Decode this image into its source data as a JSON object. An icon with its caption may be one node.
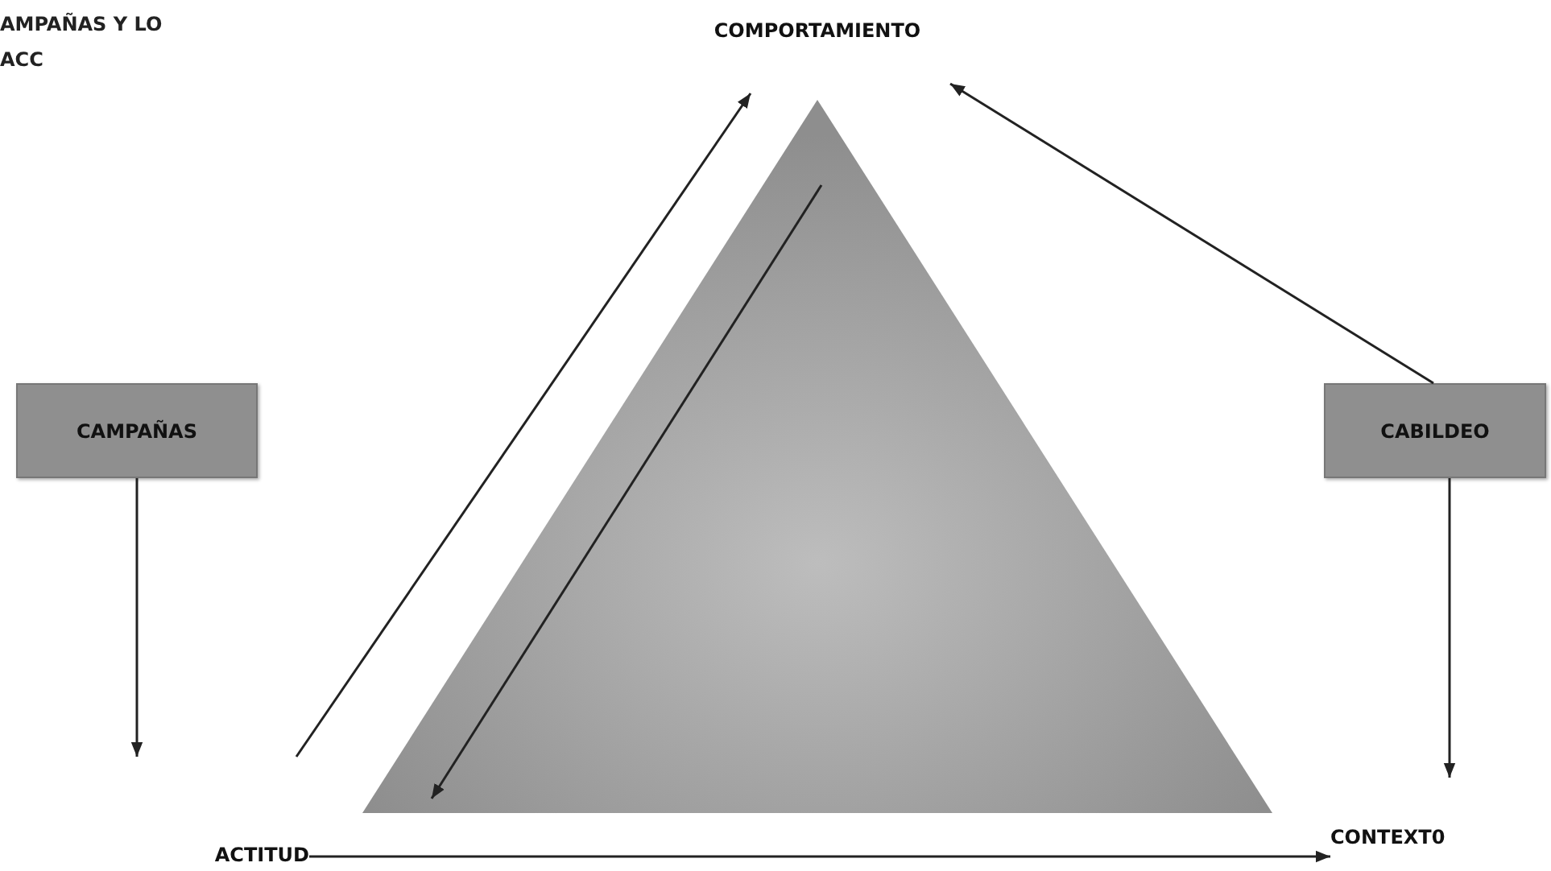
{
  "diagram": {
    "nodes": [
      {
        "text": [
          "CAMPAÑAS"
        ]
      },
      {
        "text": [
          "CABILDEO"
        ]
      },
      {
        "text": [
          "COMPORTAMIENTO"
        ]
      },
      {
        "text": [
          "ACTITUD"
        ]
      },
      {
        "text": [
          "CONTEXT0"
        ]
      },
      {
        "text": [],
        "shape": "triangle"
      }
    ],
    "edges": [
      {
        "from": 0,
        "to": 3,
        "arrow": "to"
      },
      {
        "from": 1,
        "to": 2,
        "arrow": "to"
      },
      {
        "from": 1,
        "to": 4,
        "arrow": "to"
      },
      {
        "from": 3,
        "to": 4,
        "arrow": "to"
      },
      {
        "from": 3,
        "to": 2,
        "arrow": "to"
      }
    ],
    "labels": [
      "AMPAÑAS Y LO ACC"
    ]
  }
}
